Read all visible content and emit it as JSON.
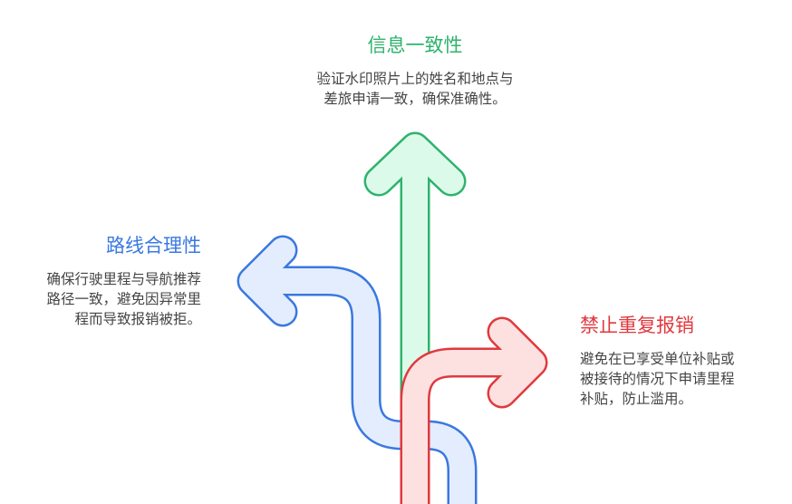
{
  "colors": {
    "green": "#2fb36d",
    "green_fill": "#dcfaea",
    "blue": "#3a78e0",
    "blue_fill": "#e3edfd",
    "red": "#e0393e",
    "red_fill": "#fde1e1"
  },
  "items": [
    {
      "title": "信息一致性",
      "desc_lines": [
        "验证水印照片上的姓名和地点与",
        "差旅申请一致，确保准确性。"
      ]
    },
    {
      "title": "路线合理性",
      "desc_lines": [
        "确保行驶里程与导航推荐",
        "路径一致，避免因异常里",
        "程而导致报销被拒。"
      ]
    },
    {
      "title": "禁止重复报销",
      "desc_lines": [
        "避免在已享受单位补贴或",
        "被接待的情况下申请里程",
        "补贴，防止滥用。"
      ]
    }
  ]
}
